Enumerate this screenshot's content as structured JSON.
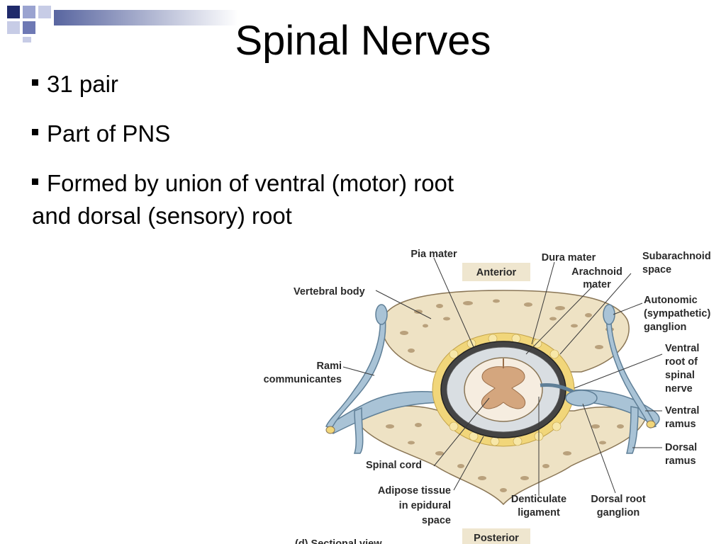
{
  "slide": {
    "title": "Spinal Nerves",
    "bullets": [
      "31 pair",
      "Part of PNS",
      "Formed by union of ventral (motor) root and dorsal (sensory) root"
    ]
  },
  "figure": {
    "orientation_top": "Anterior",
    "orientation_bottom": "Posterior",
    "caption": "(d) Sectional view",
    "labels": {
      "pia_mater": "Pia mater",
      "dura_mater": "Dura mater",
      "arachnoid_1": "Arachnoid",
      "arachnoid_2": "mater",
      "subarachnoid_1": "Subarachnoid",
      "subarachnoid_2": "space",
      "vertebral_body": "Vertebral body",
      "autonomic_1": "Autonomic",
      "autonomic_2": "(sympathetic)",
      "autonomic_3": "ganglion",
      "rami_1": "Rami",
      "rami_2": "communicantes",
      "ventral_root_1": "Ventral",
      "ventral_root_2": "root of",
      "ventral_root_3": "spinal",
      "ventral_root_4": "nerve",
      "ventral_ramus_1": "Ventral",
      "ventral_ramus_2": "ramus",
      "dorsal_ramus_1": "Dorsal",
      "dorsal_ramus_2": "ramus",
      "spinal_cord": "Spinal cord",
      "adipose_1": "Adipose tissue",
      "adipose_2": "in epidural",
      "adipose_3": "space",
      "denticulate_1": "Denticulate",
      "denticulate_2": "ligament",
      "drg_1": "Dorsal root",
      "drg_2": "ganglion"
    }
  },
  "colors": {
    "bone": "#eee2c4",
    "bone_pore": "#b9a17c",
    "nerve": "#a9c3d6",
    "fat": "#f1d67a",
    "dura": "#444444",
    "cord_white": "#f6ede0",
    "cord_gray": "#d4a67e",
    "label_box": "#efe6cf"
  }
}
